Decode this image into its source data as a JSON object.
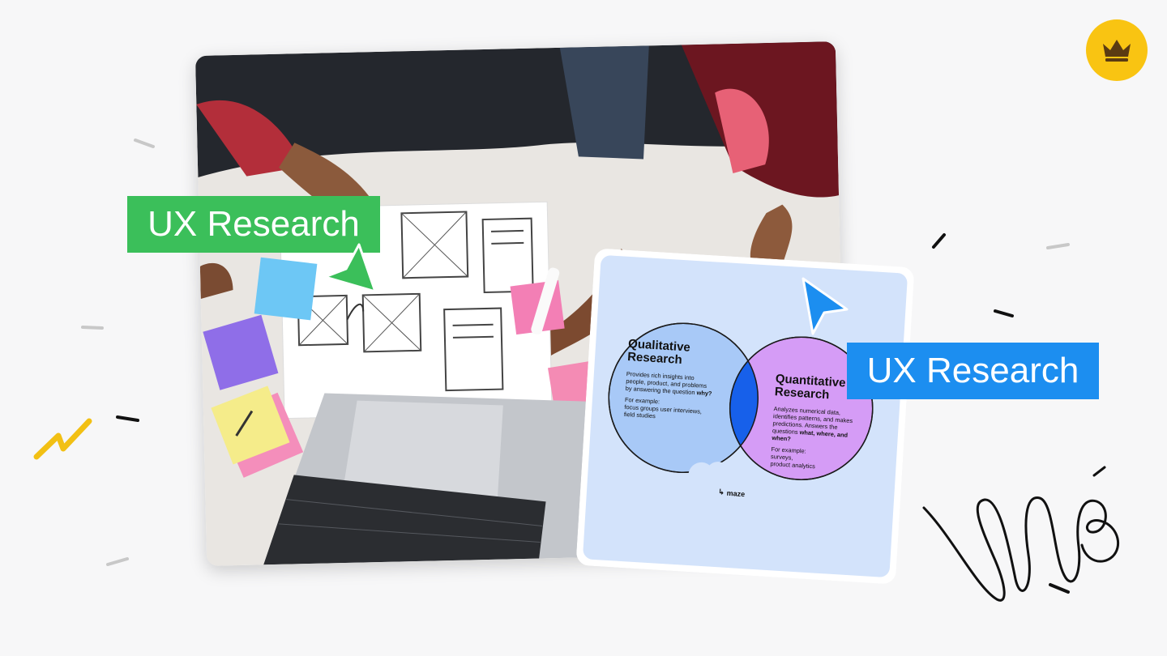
{
  "tags": {
    "green_label": "UX Research",
    "blue_label": "UX Research"
  },
  "venn": {
    "left_title_line1": "Qualitative",
    "left_title_line2": "Research",
    "left_desc_line1": "Provides rich insights into",
    "left_desc_line2": "people, product, and problems",
    "left_desc_line3_prefix": "by answering the question ",
    "left_desc_line3_bold": "why?",
    "left_example_label": "For example:",
    "left_example_line1": "focus groups user interviews,",
    "left_example_line2": "field studies",
    "right_title_line1": "Quantitative",
    "right_title_line2": "Research",
    "right_desc_line1": "Analyzes numerical data,",
    "right_desc_line2": "identifies patterns, and makes",
    "right_desc_line3": "predictions. Answers the",
    "right_desc_line4_prefix": "questions ",
    "right_desc_line4_bold": "what, where, and",
    "right_desc_line5_bold": "when?",
    "right_example_label": "For example:",
    "right_example_line1": "surveys,",
    "right_example_line2": "product analytics",
    "brand": "maze"
  },
  "colors": {
    "green_tag": "#3bbf5a",
    "blue_tag": "#1c8ef0",
    "crown_badge": "#f9c412",
    "card_bg": "#d3e3fb",
    "qualitative_circle": "#a8c9f7",
    "quantitative_circle": "#d59cf6",
    "overlap": "#1760ea"
  },
  "icons": [
    "crown-icon",
    "green-cursor-icon",
    "blue-cursor-icon",
    "lightning-icon",
    "signature-scribble"
  ]
}
